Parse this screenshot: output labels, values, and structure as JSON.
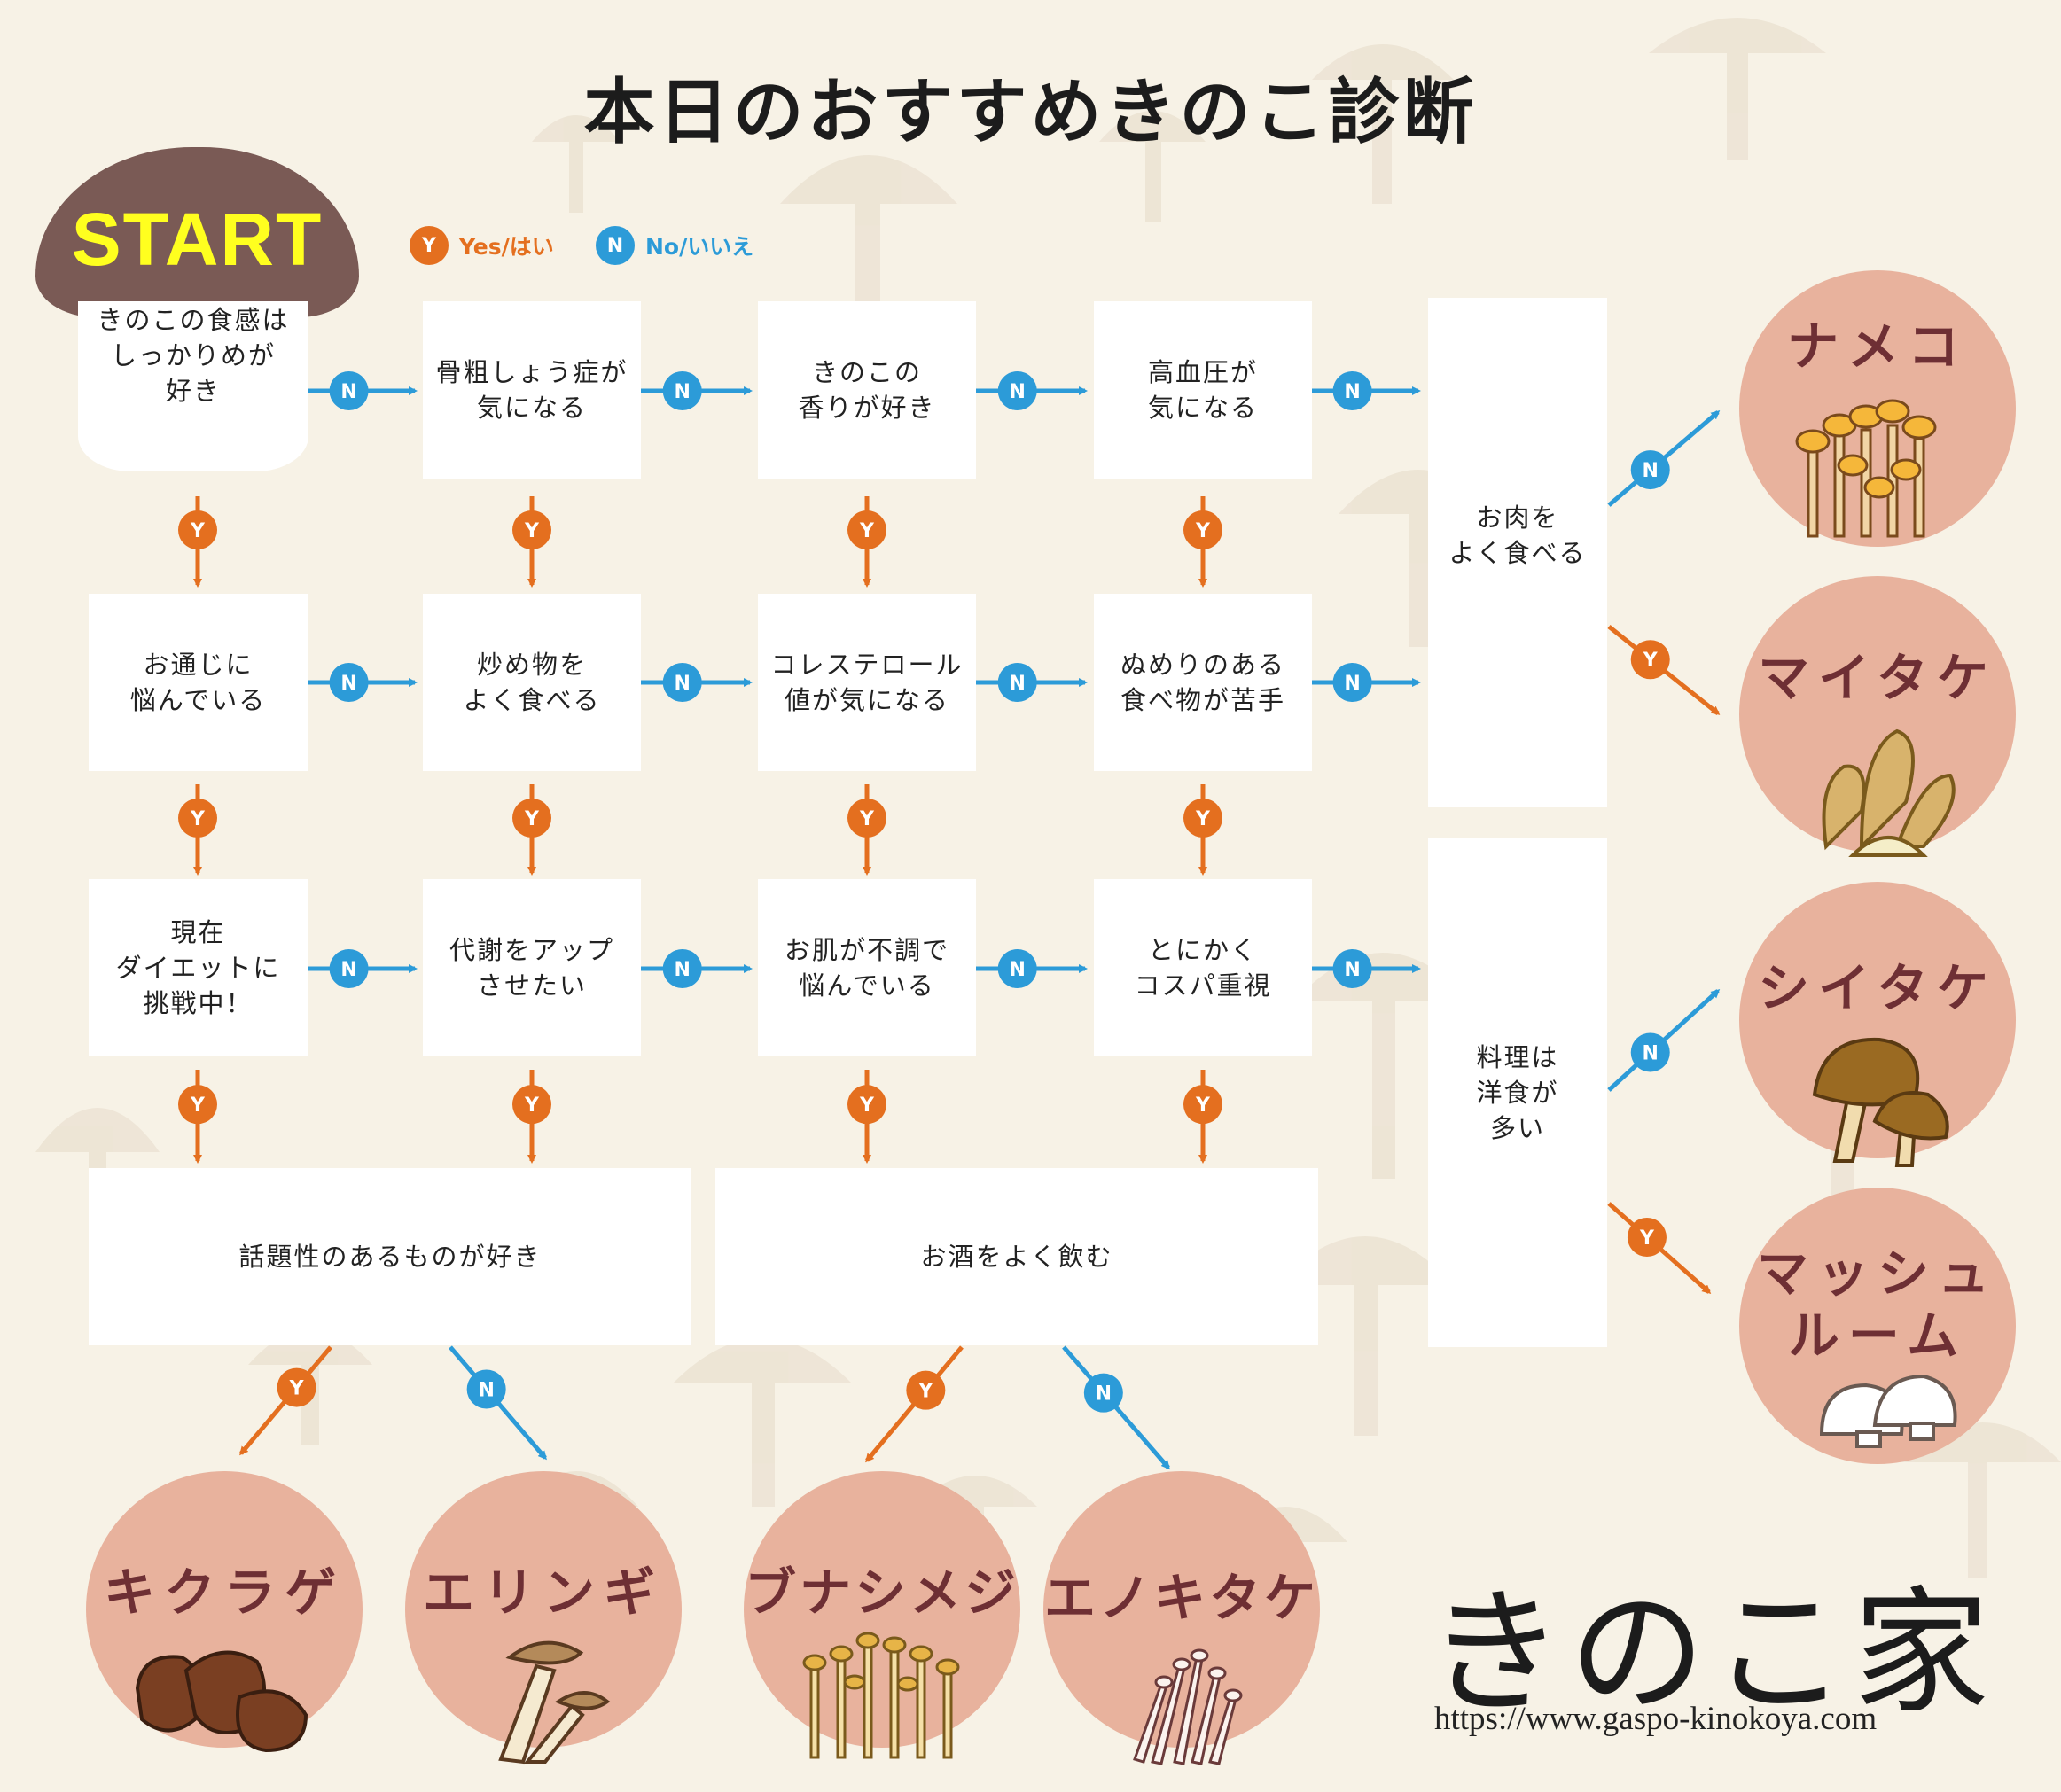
{
  "title": "本日のおすすめきのこ診断",
  "start_label": "START",
  "legend": {
    "yes_marker": "Y",
    "yes_label": "Yes/はい",
    "no_marker": "N",
    "no_label": "No/いいえ"
  },
  "colors": {
    "background": "#f7f2e6",
    "start_cap": "#7a5a55",
    "start_text": "#ffff1f",
    "yes": "#e46f1f",
    "no": "#2c9bd8",
    "result_circle": "#e8b29d",
    "result_text": "#6e2f34"
  },
  "questions": {
    "r1c1": "きのこの食感は\nしっかりめが\n好き",
    "r1c2": "骨粗しょう症が\n気になる",
    "r1c3": "きのこの\n香りが好き",
    "r1c4": "高血圧が\n気になる",
    "r2c1": "お通じに\n悩んでいる",
    "r2c2": "炒め物を\nよく食べる",
    "r2c3": "コレステロール\n値が気になる",
    "r2c4": "ぬめりのある\n食べ物が苦手",
    "r3c1": "現在\nダイエットに\n挑戦中！",
    "r3c2": "代謝をアップ\nさせたい",
    "r3c3": "お肌が不調で\n悩んでいる",
    "r3c4": "とにかく\nコスパ重視",
    "bottom_left": "話題性のあるものが好き",
    "bottom_mid": "お酒をよく飲む",
    "right_top": "お肉を\nよく食べる",
    "right_bottom": "料理は\n洋食が\n多い"
  },
  "results": {
    "nameko": "ナメコ",
    "maitake": "マイタケ",
    "shiitake": "シイタケ",
    "mushroom": "マッシュ\nルーム",
    "kikurage": "キクラゲ",
    "eringi": "エリンギ",
    "bunashimeji": "ブナシメジ",
    "enokitake": "エノキタケ"
  },
  "icons": [
    "mushroom-background-pattern",
    "nameko-icon",
    "maitake-icon",
    "shiitake-icon",
    "mushroom-icon",
    "kikurage-icon",
    "eringi-icon",
    "bunashimeji-icon",
    "enokitake-icon"
  ],
  "brand": "きのこ家",
  "url": "https://www.gaspo-kinokoya.com"
}
